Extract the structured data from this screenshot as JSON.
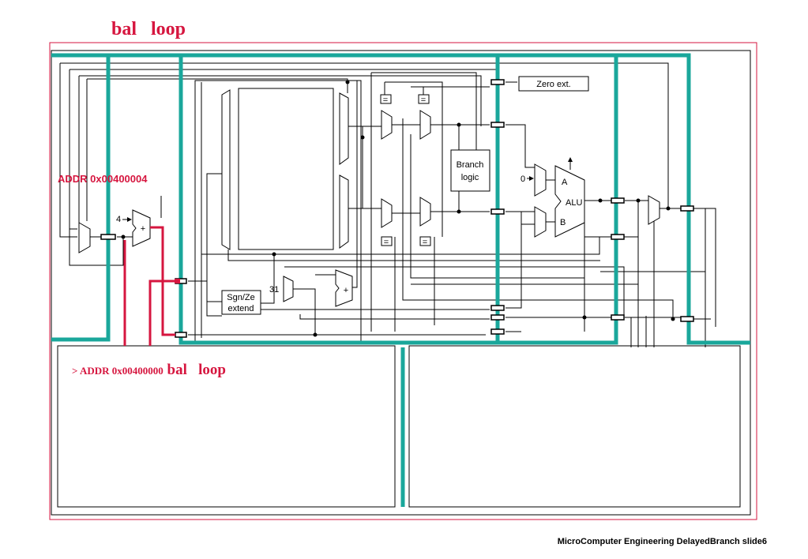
{
  "slide": {
    "title": "bal   loop",
    "footer": "MicroComputer Engineering DelayedBranch slide6"
  },
  "diagram": {
    "labels": {
      "zero_ext": "Zero ext.",
      "branch_logic_1": "Branch",
      "branch_logic_2": "logic",
      "alu": "ALU",
      "alu_a": "A",
      "alu_b": "B",
      "zero_const": "0",
      "four_const": "4",
      "plus": "+",
      "thirty_one": "31",
      "sign_ext_1": "Sgn/Ze",
      "sign_ext_2": "extend",
      "equals": "="
    },
    "annotations": {
      "addr_if": "ADDR 0x00400004",
      "addr_id_prefix": "> ADDR 0x00400000",
      "addr_id_instr": " bal   loop"
    }
  },
  "colors": {
    "accent_red": "#d6163f",
    "pipeline_teal": "#1aa79b"
  }
}
